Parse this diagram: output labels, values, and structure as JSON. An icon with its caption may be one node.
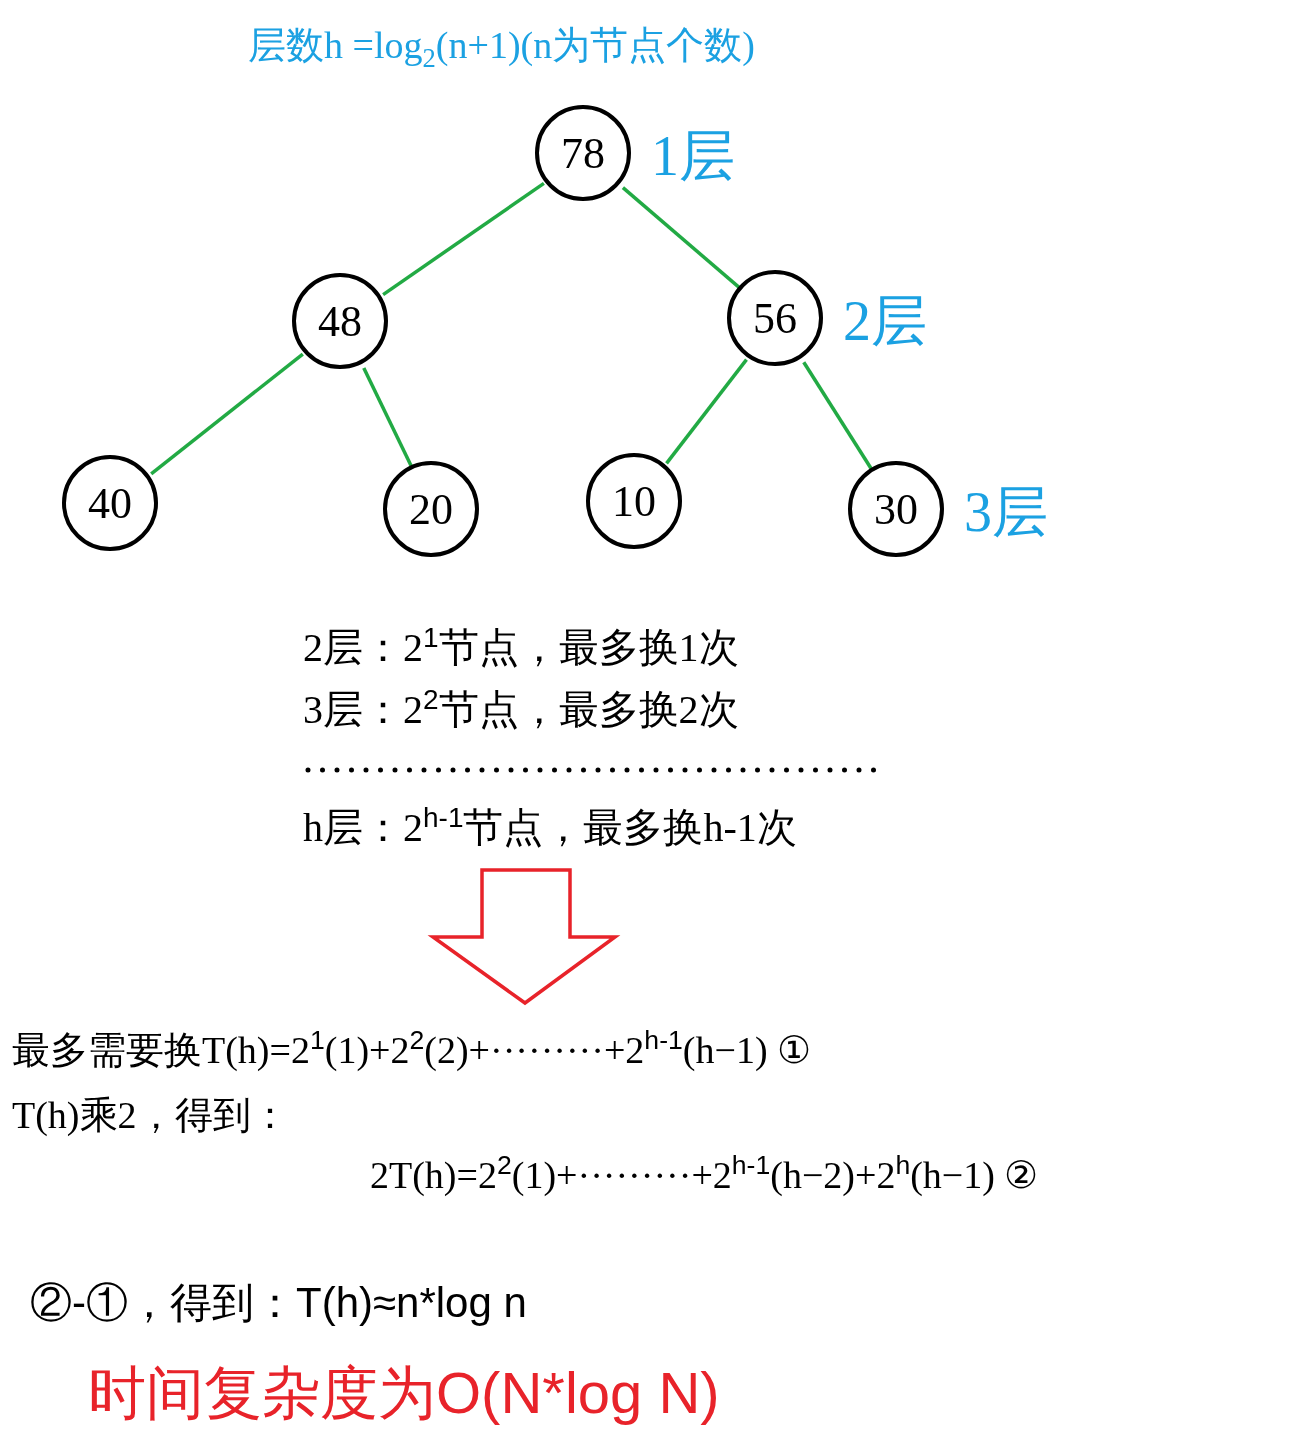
{
  "diagram": {
    "title": "层数h =log$_{2}$(n+1)(n为节点个数)",
    "nodes": [
      {
        "text": [
          "78"
        ],
        "beside": [
          "1层"
        ]
      },
      {
        "text": [
          "48"
        ]
      },
      {
        "text": [
          "56"
        ],
        "beside": [
          "2层"
        ]
      },
      {
        "text": [
          "40"
        ]
      },
      {
        "text": [
          "20"
        ]
      },
      {
        "text": [
          "10"
        ]
      },
      {
        "text": [
          "30"
        ],
        "beside": [
          "3层"
        ]
      }
    ],
    "edges": [
      {
        "from": 0,
        "to": 1,
        "arrow": "none"
      },
      {
        "from": 0,
        "to": 2,
        "arrow": "none"
      },
      {
        "from": 1,
        "to": 3,
        "arrow": "none"
      },
      {
        "from": 1,
        "to": 4,
        "arrow": "none"
      },
      {
        "from": 2,
        "to": 5,
        "arrow": "none"
      },
      {
        "from": 2,
        "to": 6,
        "arrow": "none"
      }
    ],
    "labels": [
      "2层：2$^{1}$节点，最多换1次",
      "3层：2$^{2}$节点，最多换2次",
      "h层：2$^{h-1}$节点，最多换h-1次",
      "最多需要换T(h)=2$^{1}$(1)+2$^{2}$(2)+·········+2$^{h-1}$(h−1)  ①",
      "T(h)乘2，得到：",
      "2T(h)=2$^{2}$(1)+·········+2$^{h-1}$(h−2)+2$^{h}$(h−1)  ②",
      "②-①，得到：T(h)≈n*log n",
      "时间复杂度为O(N*log N)"
    ]
  }
}
